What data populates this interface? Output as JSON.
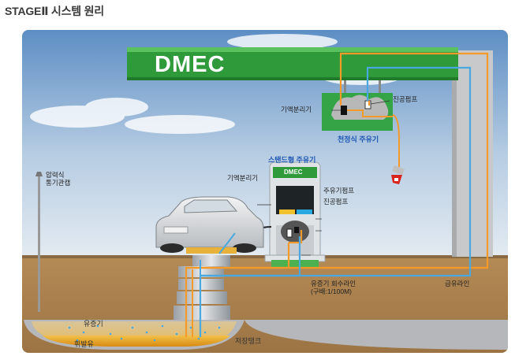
{
  "page": {
    "title": "STAGEⅡ 시스템 원리"
  },
  "canopy": {
    "brand": "DMEC"
  },
  "ceiling_unit": {
    "title": "천정식 주유기",
    "separator_label": "기액분리기",
    "pump_label": "진공펌프"
  },
  "stand_unit": {
    "title": "스탠드형 주유기",
    "brand": "DMEC",
    "separator_label": "기액분리기",
    "fuel_pump_label": "주유기펌프",
    "vacuum_pump_label": "진공펌프"
  },
  "vent": {
    "label_line1": "압력식",
    "label_line2": "통기관캡"
  },
  "lines": {
    "vapor_return_label": "유증기 회수라인",
    "vapor_return_slope": "(구배:1/100M)",
    "supply_label": "급유라인"
  },
  "tank": {
    "vapor_label": "유증기",
    "fuel_label": "휘발유",
    "tank_label": "저장탱크"
  },
  "colors": {
    "supply_line": "#f39a2b",
    "vapor_line": "#4aa8e0",
    "canopy_green": "#2e9a3a",
    "fuel": "#e8a21c"
  }
}
